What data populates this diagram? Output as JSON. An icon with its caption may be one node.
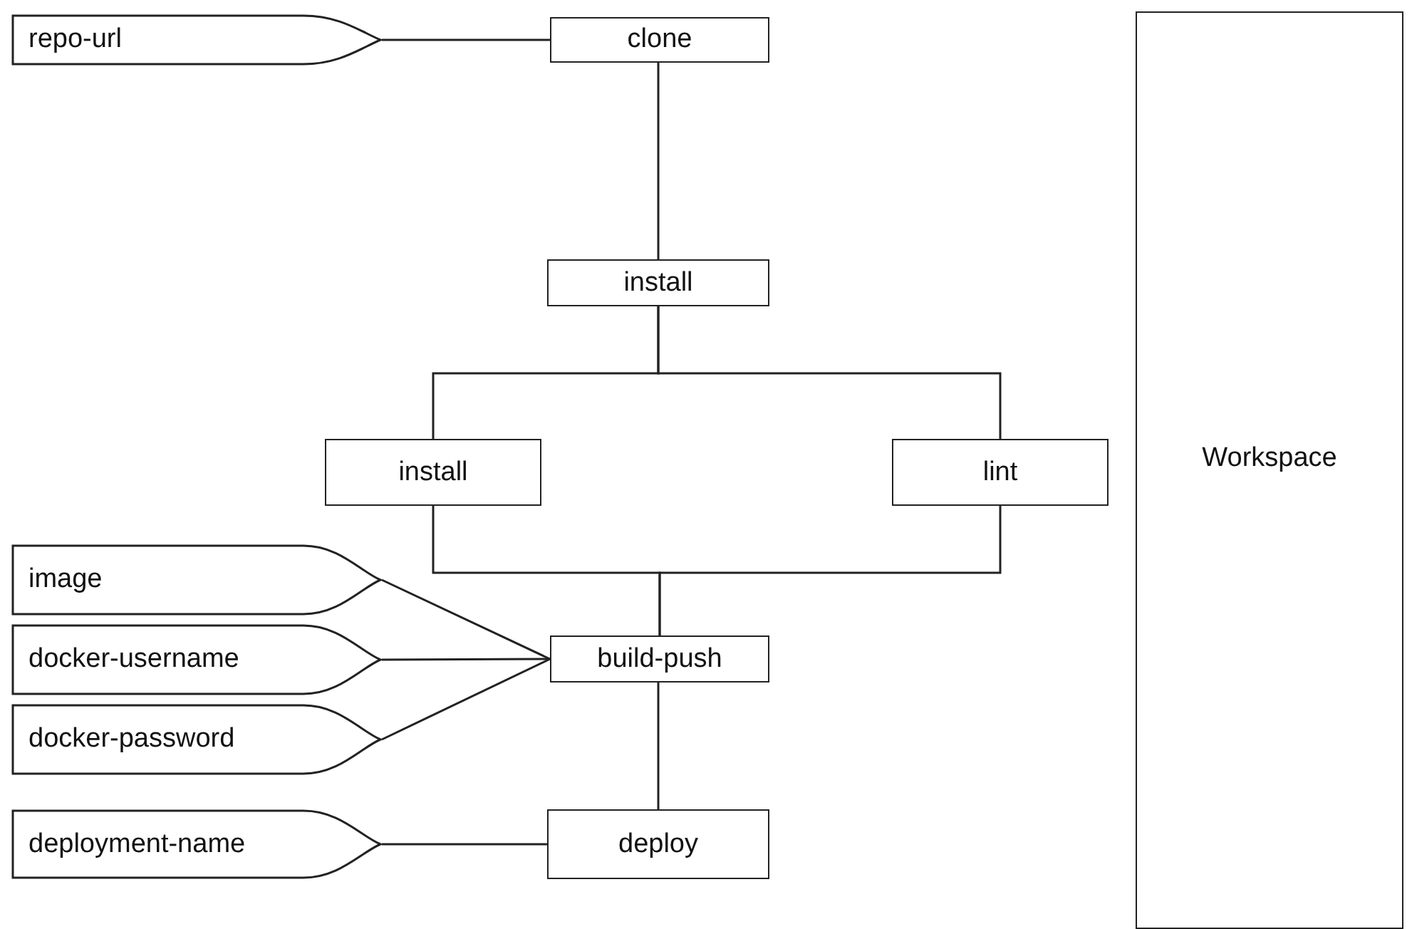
{
  "diagram": {
    "nodes": [
      {
        "text": [
          "repo-url"
        ]
      },
      {
        "text": [
          "clone"
        ]
      },
      {
        "text": [
          "install"
        ]
      },
      {
        "text": [
          "install"
        ]
      },
      {
        "text": [
          "lint"
        ]
      },
      {
        "text": [
          "image"
        ]
      },
      {
        "text": [
          "docker-username"
        ]
      },
      {
        "text": [
          "docker-password"
        ]
      },
      {
        "text": [
          "build-push"
        ]
      },
      {
        "text": [
          "deployment-name"
        ]
      },
      {
        "text": [
          "deploy"
        ]
      },
      {
        "text": [
          "Workspace"
        ]
      }
    ],
    "edges": [
      {
        "from": 0,
        "to": 1,
        "arrow": "none"
      },
      {
        "from": 1,
        "to": 2,
        "arrow": "none"
      },
      {
        "from": 2,
        "to": 3,
        "arrow": "none"
      },
      {
        "from": 2,
        "to": 4,
        "arrow": "none"
      },
      {
        "from": 3,
        "to": 8,
        "arrow": "none"
      },
      {
        "from": 4,
        "to": 8,
        "arrow": "none"
      },
      {
        "from": 5,
        "to": 8,
        "arrow": "none"
      },
      {
        "from": 6,
        "to": 8,
        "arrow": "none"
      },
      {
        "from": 7,
        "to": 8,
        "arrow": "none"
      },
      {
        "from": 8,
        "to": 10,
        "arrow": "none"
      },
      {
        "from": 9,
        "to": 10,
        "arrow": "none"
      }
    ]
  }
}
